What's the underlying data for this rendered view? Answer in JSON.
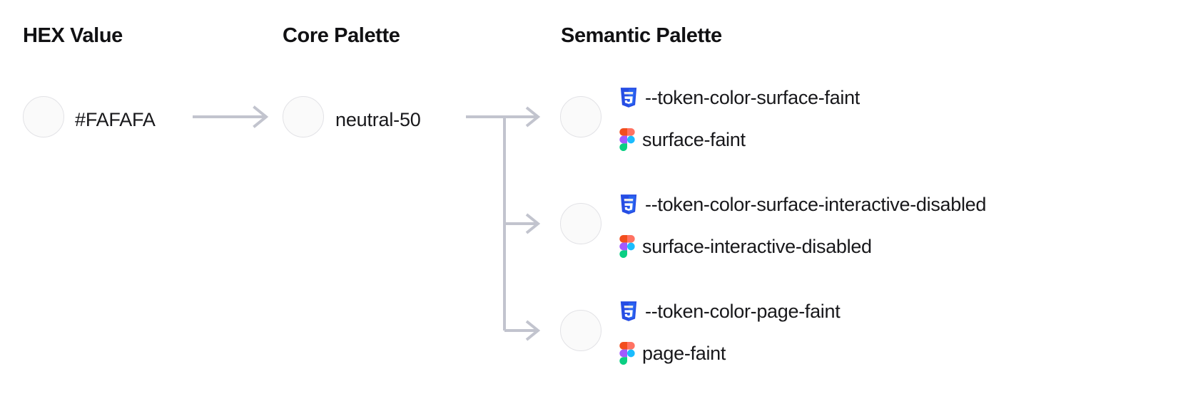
{
  "columns": {
    "hex": {
      "title": "HEX Value"
    },
    "core": {
      "title": "Core Palette"
    },
    "semantic": {
      "title": "Semantic Palette"
    }
  },
  "hex": {
    "value": "#FAFAFA",
    "swatch_color": "#FAFAFA"
  },
  "core": {
    "value": "neutral-50",
    "swatch_color": "#FAFAFA"
  },
  "semantic": {
    "rows": [
      {
        "css_token": "--token-color-surface-faint",
        "figma_token": "surface-faint",
        "swatch_color": "#FAFAFA",
        "css_icon": "css3-icon",
        "figma_icon": "figma-icon"
      },
      {
        "css_token": "--token-color-surface-interactive-disabled",
        "figma_token": "surface-interactive-disabled",
        "swatch_color": "#FAFAFA",
        "css_icon": "css3-icon",
        "figma_icon": "figma-icon"
      },
      {
        "css_token": "--token-color-page-faint",
        "figma_token": "page-faint",
        "swatch_color": "#FAFAFA",
        "css_icon": "css3-icon",
        "figma_icon": "figma-icon"
      }
    ]
  },
  "theme": {
    "connector_color": "#C2C4CE",
    "swatch_border": "#E2E2E6",
    "text_color": "#18181B",
    "css_icon_color": "#2965F1",
    "css_icon_color_dark": "#264DE4",
    "figma_orange": "#F24E1E",
    "figma_salmon": "#FF7262",
    "figma_purple": "#A259FF",
    "figma_blue": "#1ABCFE",
    "figma_green": "#0ACF83"
  }
}
